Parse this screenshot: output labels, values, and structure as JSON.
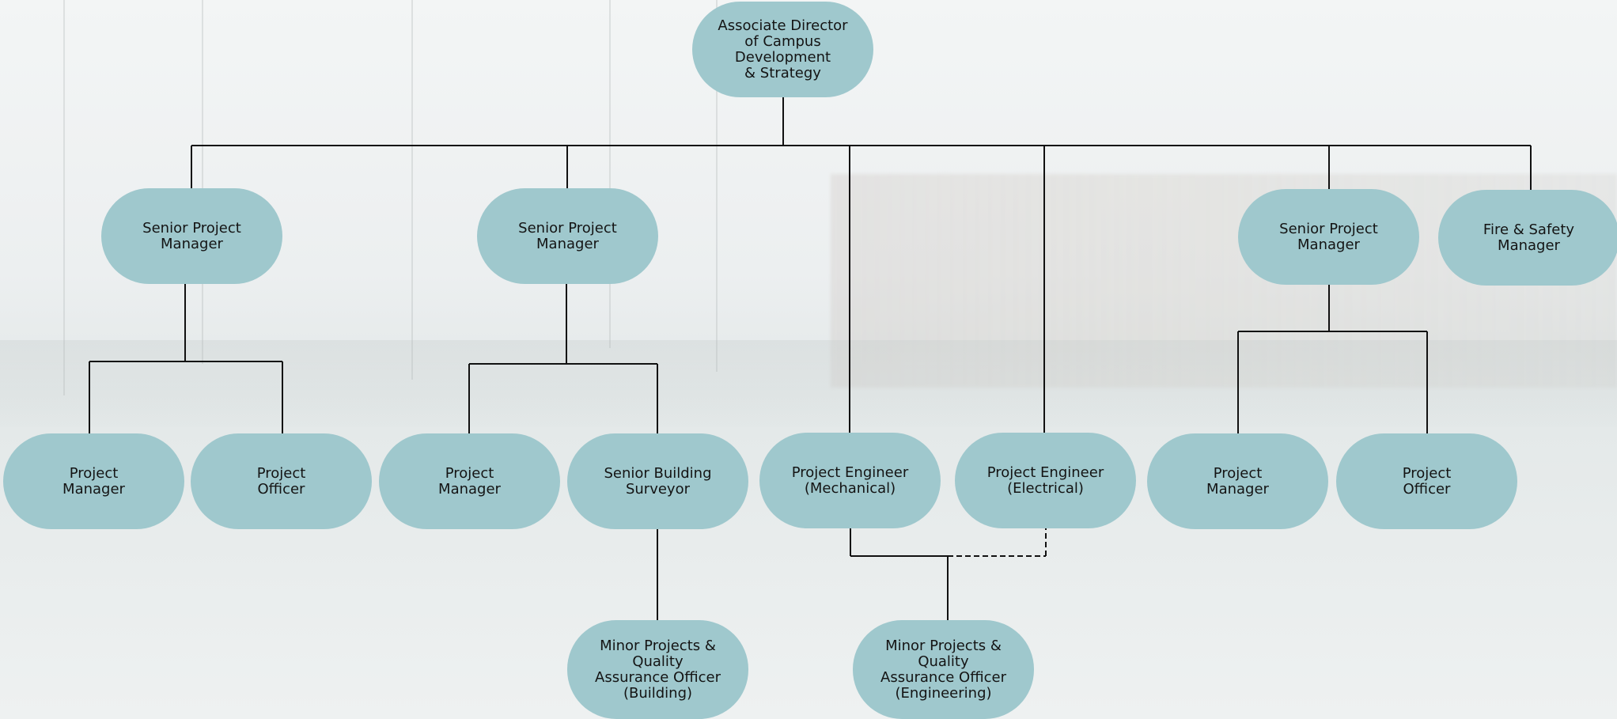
{
  "nodes": {
    "associate_director": "Associate Director\nof Campus\nDevelopment\n& Strategy",
    "spm_1": "Senior Project\nManager",
    "spm_2": "Senior Project\nManager",
    "spm_3": "Senior Project\nManager",
    "fire_safety": "Fire & Safety\nManager",
    "pm_1": "Project\nManager",
    "po_1": "Project\nOfficer",
    "pm_2": "Project\nManager",
    "senior_building_surveyor": "Senior Building\nSurveyor",
    "pe_mechanical": "Project Engineer\n(Mechanical)",
    "pe_electrical": "Project Engineer\n(Electrical)",
    "pm_3": "Project\nManager",
    "po_3": "Project\nOfficer",
    "mpqa_building": "Minor Projects &\nQuality\nAssurance Officer\n(Building)",
    "mpqa_engineering": "Minor Projects &\nQuality\nAssurance Officer\n(Engineering)"
  },
  "colors": {
    "node_fill": "#9fc8cd",
    "line": "#111111",
    "text": "#141414"
  }
}
